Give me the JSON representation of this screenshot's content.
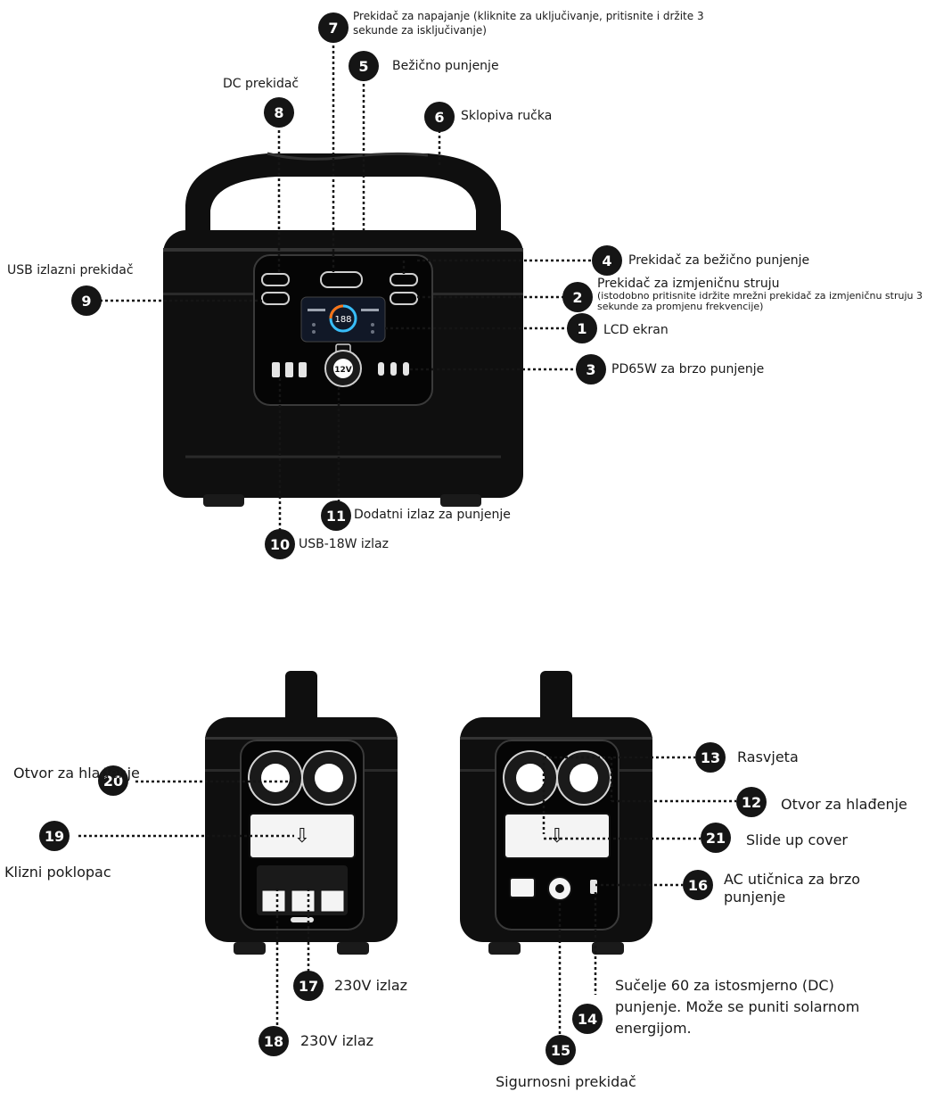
{
  "colors": {
    "ink": "#151515",
    "device_body": "#0f0f0f",
    "device_trim": "#2a2a2a",
    "panel_fill": "#f4f4f4"
  },
  "callouts": [
    {
      "id": "7",
      "text": "Prekidač za napajanje (kliknite za uključivanje, pritisnite i držite 3 sekunde za isključivanje)"
    },
    {
      "id": "5",
      "text": "Bežično punjenje"
    },
    {
      "id": "8",
      "text": "DC prekidač"
    },
    {
      "id": "6",
      "text": "Sklopiva ručka"
    },
    {
      "id": "9",
      "text": "USB izlazni prekidač"
    },
    {
      "id": "4",
      "text": "Prekidač za bežično punjenje"
    },
    {
      "id": "2",
      "text": "Prekidač za izmjeničnu struju",
      "note": "(istodobno pritisnite idržite mrežni prekidač za izmjeničnu struju 3 sekunde za promjenu frekvencije)"
    },
    {
      "id": "1",
      "text": "LCD ekran"
    },
    {
      "id": "3",
      "text": "PD65W za brzo punjenje"
    },
    {
      "id": "11",
      "text": "Dodatni izlaz za punjenje"
    },
    {
      "id": "10",
      "text": "USB-18W izlaz"
    },
    {
      "id": "20",
      "text": "Otvor za hlađenje"
    },
    {
      "id": "19",
      "text": "Klizni poklopac"
    },
    {
      "id": "17",
      "text": "230V izlaz"
    },
    {
      "id": "18",
      "text": "230V izlaz"
    },
    {
      "id": "13",
      "text": "Rasvjeta"
    },
    {
      "id": "12",
      "text": "Otvor za hlađenje"
    },
    {
      "id": "21",
      "text": "Slide up cover"
    },
    {
      "id": "16",
      "text": "AC utičnica za brzo punjenje"
    },
    {
      "id": "14",
      "text": "Sučelje 60 za istosmjerno (DC) punjenje. Može se puniti solarnom energijom."
    },
    {
      "id": "15",
      "text": "Sigurnosni prekidač"
    }
  ],
  "device_marks": {
    "lcd_readout": "188",
    "car_port": "12V"
  }
}
